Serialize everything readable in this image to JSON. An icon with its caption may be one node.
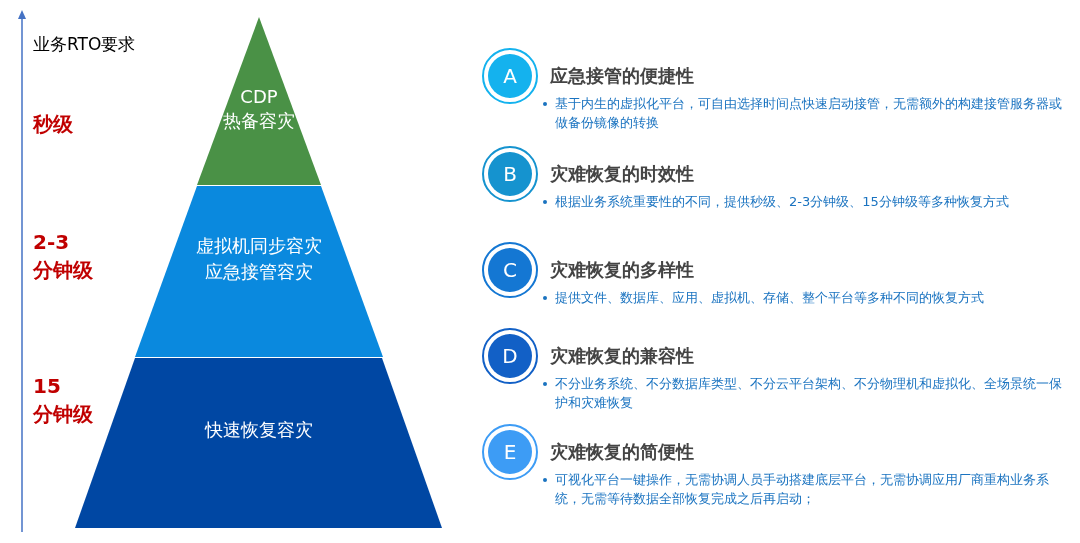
{
  "diagram": {
    "nodes": [
      {
        "text": [
          "CDP 热备容灾"
        ]
      },
      {
        "text": [
          "虚拟机同步容灾",
          "应急接管容灾"
        ]
      },
      {
        "text": [
          "快速恢复容灾"
        ]
      },
      {
        "text": [
          "A"
        ],
        "beside": [
          "应急接管的便捷性",
          "基于内生的虚拟化平台，可自由选择时间点快速启动接管，无需额外的构建接管服务器或做备份镜像的转换"
        ]
      },
      {
        "text": [
          "B"
        ],
        "beside": [
          "灾难恢复的时效性",
          "根据业务系统重要性的不同，提供秒级、2-3分钟级、15分钟级等多种恢复方式"
        ]
      },
      {
        "text": [
          "C"
        ],
        "beside": [
          "灾难恢复的多样性",
          "提供文件、数据库、应用、虚拟机、存储、整个平台等多种不同的恢复方式"
        ]
      },
      {
        "text": [
          "D"
        ],
        "beside": [
          "灾难恢复的兼容性",
          "不分业务系统、不分数据库类型、不分云平台架构、不分物理机和虚拟化、全场景统一保护和灾难恢复"
        ]
      },
      {
        "text": [
          "E"
        ],
        "beside": [
          "灾难恢复的简便性",
          "可视化平台一键操作，无需协调人员手动搭建底层平台，无需协调应用厂商重构业务系统，无需等待数据全部恢复完成之后再启动；"
        ]
      }
    ],
    "labels": [
      "业务RTO要求",
      "秒级",
      "2-3 分钟级",
      "15 分钟级"
    ]
  }
}
